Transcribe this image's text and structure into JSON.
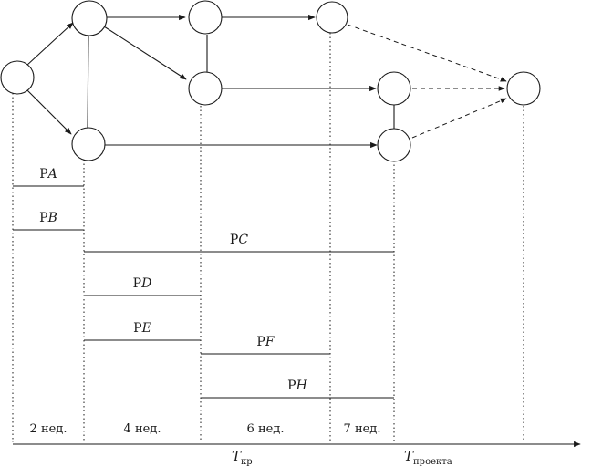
{
  "activities": [
    {
      "letter": "P",
      "italic": "A"
    },
    {
      "letter": "P",
      "italic": "B"
    },
    {
      "letter": "P",
      "italic": "C"
    },
    {
      "letter": "P",
      "italic": "D"
    },
    {
      "letter": "P",
      "italic": "E"
    },
    {
      "letter": "P",
      "italic": "F"
    },
    {
      "letter": "P",
      "italic": "H"
    }
  ],
  "durations": [
    "2 нед.",
    "4 нед.",
    "6 нед.",
    "7 нед."
  ],
  "milestones": {
    "critical": {
      "symbol": "T",
      "sub": "кр"
    },
    "project": {
      "symbol": "T",
      "sub": "проекта"
    }
  },
  "colors": {
    "stroke": "#1a1a1a",
    "node_fill": "#ffffff"
  }
}
